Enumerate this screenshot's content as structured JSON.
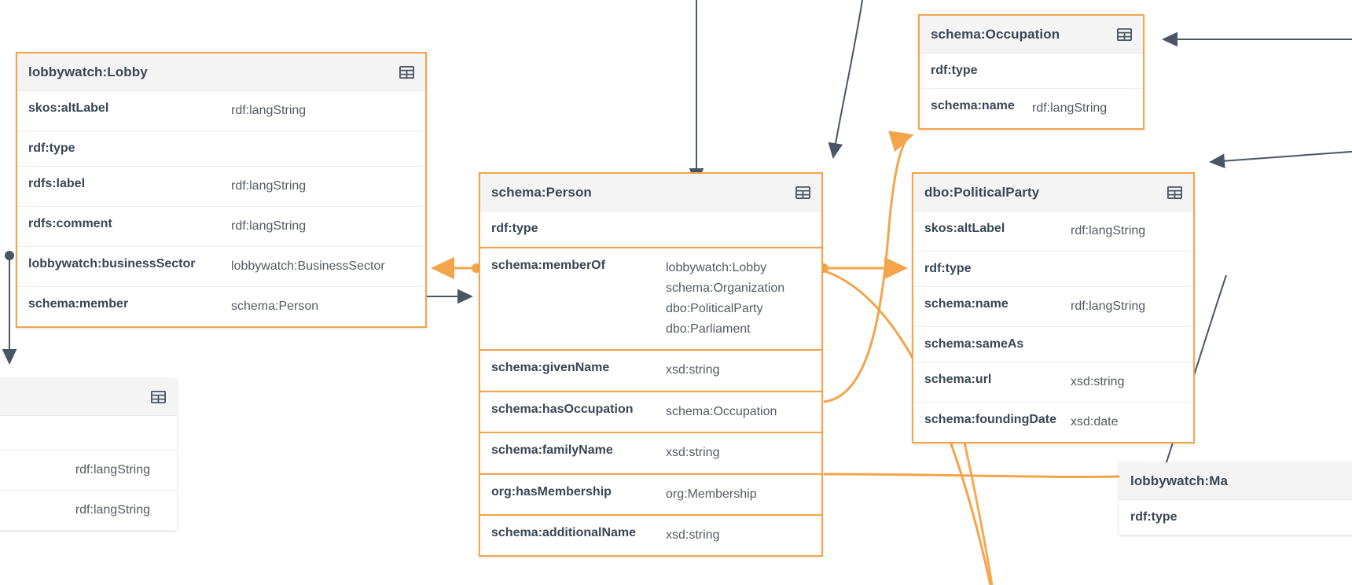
{
  "diagram": {
    "type": "ontology-class-diagram",
    "accent_color": "#f4a44a",
    "edge_color_inheritance": "#4a5565",
    "edge_color_property": "#f4a44a",
    "header_bg": "#f4f4f5",
    "text_color": "#3b4654",
    "icon_name": "table-icon"
  },
  "nodes": {
    "lobby": {
      "title": "lobbywatch:Lobby",
      "icon": "table-icon",
      "rows": [
        {
          "property": "skos:altLabel",
          "range": "rdf:langString",
          "highlighted": false
        },
        {
          "property": "rdf:type",
          "range": "",
          "highlighted": false
        },
        {
          "property": "rdfs:label",
          "range": "rdf:langString",
          "highlighted": false
        },
        {
          "property": "rdfs:comment",
          "range": "rdf:langString",
          "highlighted": false
        },
        {
          "property": "lobbywatch:businessSector",
          "range": "lobbywatch:BusinessSector",
          "highlighted": false
        },
        {
          "property": "schema:member",
          "range": "schema:Person",
          "highlighted": false
        }
      ]
    },
    "person": {
      "title": "schema:Person",
      "icon": "table-icon",
      "rows": [
        {
          "property": "rdf:type",
          "range": "",
          "highlighted": false
        },
        {
          "property": "schema:memberOf",
          "range": "lobbywatch:Lobby\nschema:Organization\ndbo:PoliticalParty\ndbo:Parliament",
          "highlighted": true
        },
        {
          "property": "schema:givenName",
          "range": "xsd:string",
          "highlighted": false
        },
        {
          "property": "schema:hasOccupation",
          "range": "schema:Occupation",
          "highlighted": true
        },
        {
          "property": "schema:familyName",
          "range": "xsd:string",
          "highlighted": false
        },
        {
          "property": "org:hasMembership",
          "range": "org:Membership",
          "highlighted": true
        },
        {
          "property": "schema:additionalName",
          "range": "xsd:string",
          "highlighted": false
        }
      ]
    },
    "occupation": {
      "title": "schema:Occupation",
      "icon": "table-icon",
      "rows": [
        {
          "property": "rdf:type",
          "range": "",
          "highlighted": false
        },
        {
          "property": "schema:name",
          "range": "rdf:langString",
          "highlighted": false
        }
      ]
    },
    "political_party": {
      "title": "dbo:PoliticalParty",
      "icon": "table-icon",
      "rows": [
        {
          "property": "skos:altLabel",
          "range": "rdf:langString",
          "highlighted": false
        },
        {
          "property": "rdf:type",
          "range": "",
          "highlighted": false
        },
        {
          "property": "schema:name",
          "range": "rdf:langString",
          "highlighted": false
        },
        {
          "property": "schema:sameAs",
          "range": "",
          "highlighted": false
        },
        {
          "property": "schema:url",
          "range": "xsd:string",
          "highlighted": false
        },
        {
          "property": "schema:foundingDate",
          "range": "xsd:date",
          "highlighted": false
        }
      ]
    },
    "mandate": {
      "title": "lobbywatch:Ma",
      "icon": "",
      "rows": [
        {
          "property": "rdf:type",
          "range": "",
          "highlighted": false
        }
      ]
    },
    "cut_left": {
      "title": "",
      "icon": "table-icon",
      "rows": [
        {
          "property": "",
          "range": "",
          "highlighted": false
        },
        {
          "property": "",
          "range": "rdf:langString",
          "highlighted": false
        },
        {
          "property": "",
          "range": "rdf:langString",
          "highlighted": false
        }
      ]
    }
  }
}
